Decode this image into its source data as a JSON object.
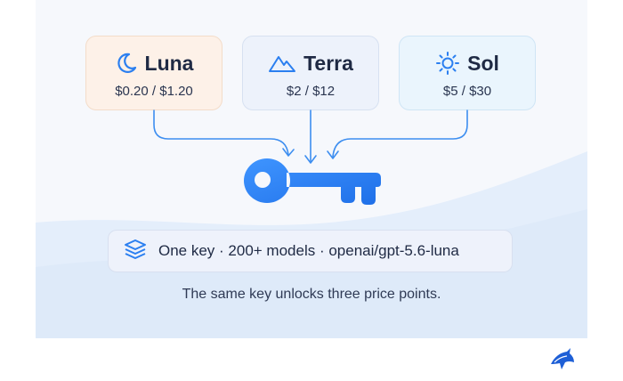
{
  "cards": [
    {
      "name": "Luna",
      "price": "$0.20 / $1.20",
      "icon": "moon-icon"
    },
    {
      "name": "Terra",
      "price": "$2 / $12",
      "icon": "mountain-icon"
    },
    {
      "name": "Sol",
      "price": "$5 / $30",
      "icon": "sun-icon"
    }
  ],
  "key_icon": "key-icon",
  "pill": {
    "icon": "layers-icon",
    "text": "One key · 200+ models · openai/gpt-5.6-luna"
  },
  "caption": "The same key unlocks three price points.",
  "logo": "shark-logo",
  "colors": {
    "accent_blue": "#2b7ff0",
    "card_luna": "#fdf1e8",
    "card_terra": "#edf2fb",
    "card_sol": "#eaf5fd",
    "text_dark": "#1f2a44"
  }
}
